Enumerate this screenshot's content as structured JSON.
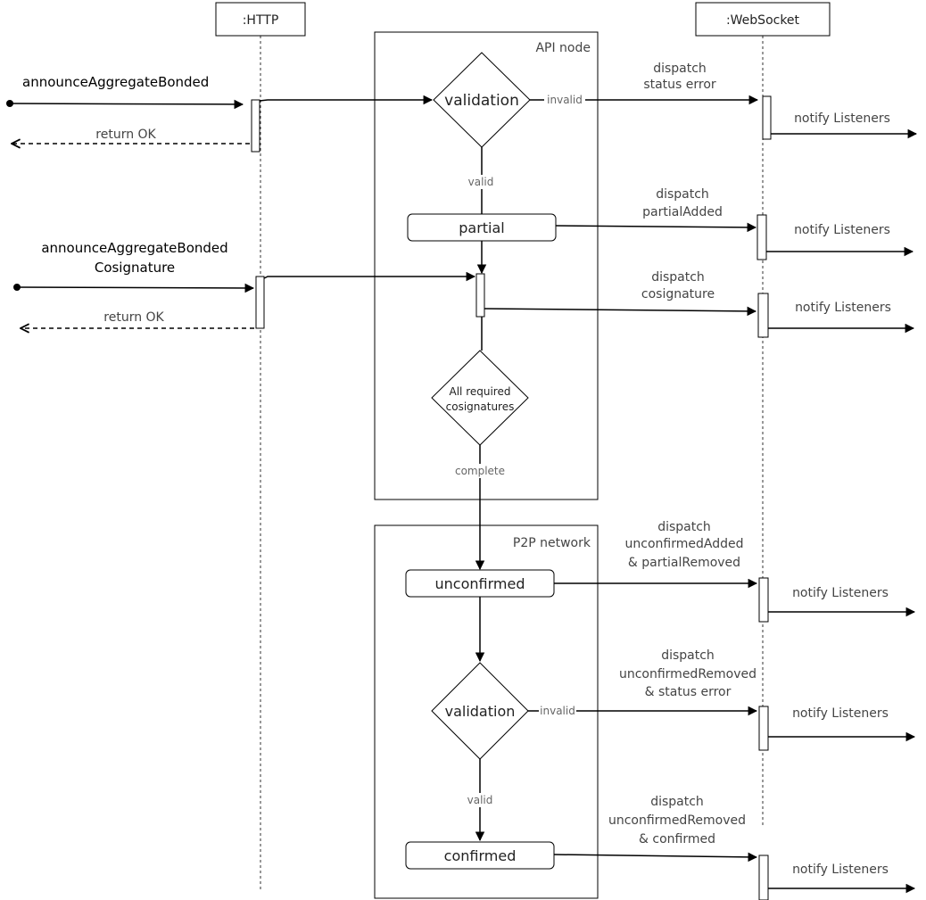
{
  "lifelines": {
    "http": ":HTTP",
    "websocket": ":WebSocket"
  },
  "groups": {
    "api_node": "API node",
    "p2p_network": "P2P network"
  },
  "calls": {
    "announce_bonded": "announceAggregateBonded",
    "announce_cosig_line1": "announceAggregateBonded",
    "announce_cosig_line2": "Cosignature",
    "return_ok_1": "return OK",
    "return_ok_2": "return OK"
  },
  "nodes": {
    "validation_1": "validation",
    "partial": "partial",
    "all_required_line1": "All required",
    "all_required_line2": "cosignatures",
    "unconfirmed": "unconfirmed",
    "validation_2": "validation",
    "confirmed": "confirmed"
  },
  "edge_labels": {
    "invalid_1": "invalid",
    "valid_1": "valid",
    "complete": "complete",
    "invalid_2": "invalid",
    "valid_2": "valid"
  },
  "dispatch": {
    "d1": [
      "dispatch",
      "status error"
    ],
    "d2": [
      "dispatch",
      "partialAdded"
    ],
    "d3": [
      "dispatch",
      "cosignature"
    ],
    "d4": [
      "dispatch",
      "unconfirmedAdded",
      "& partialRemoved"
    ],
    "d5": [
      "dispatch",
      "unconfirmedRemoved",
      "& status error"
    ],
    "d6": [
      "dispatch",
      "unconfirmedRemoved",
      "& confirmed"
    ]
  },
  "notify": {
    "n1": "notify Listeners",
    "n2": "notify Listeners",
    "n3": "notify Listeners",
    "n4": "notify Listeners",
    "n5": "notify Listeners",
    "n6": "notify Listeners"
  }
}
